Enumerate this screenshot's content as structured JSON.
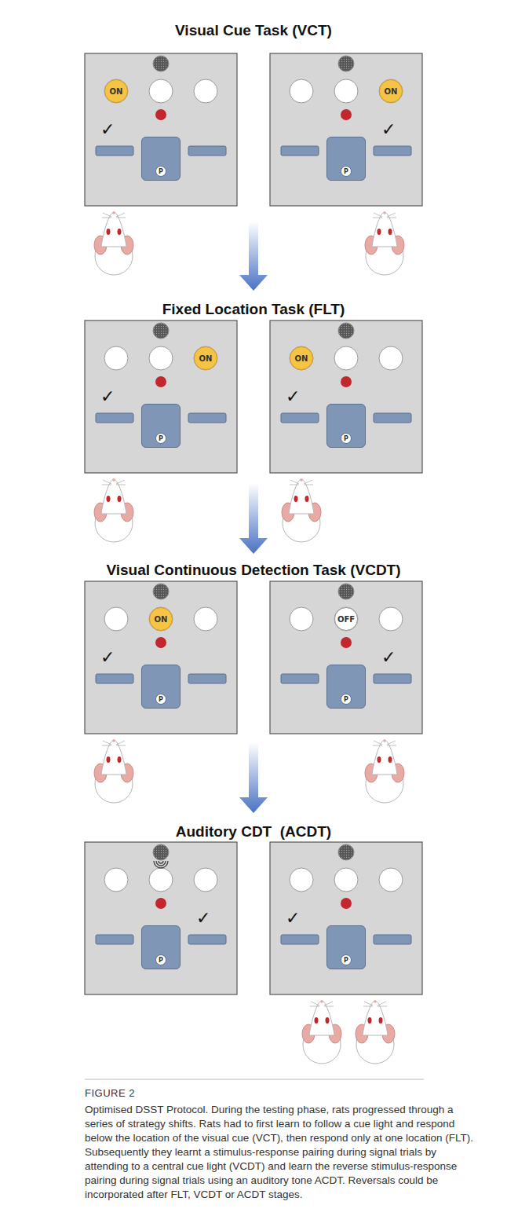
{
  "diagram": {
    "caption": "Optimised DSST Protocol. During the testing phase, rats progressed through a series of strategy shifts. Rats had to first learn to follow a cue light and respond below the location of the visual cue (VCT), then respond only at one location (FLT). Subsequently they learnt a stimulus-response pairing during signal trials by attending to a central cue light (VCDT) and learn the reverse stimulus-response pairing during signal trials using an auditory tone ACDT. Reversals could be incorporated after FLT, VCDT or ACDT stages.",
    "nodes": [
      {
        "text": [
          "ON"
        ]
      },
      {
        "text": [
          "P"
        ]
      },
      {
        "text": [
          "ON"
        ]
      },
      {
        "text": [
          "P"
        ]
      },
      {
        "text": [
          "ON"
        ]
      },
      {
        "text": [
          "P"
        ]
      },
      {
        "text": [
          "ON"
        ]
      },
      {
        "text": [
          "P"
        ]
      },
      {
        "text": [
          "ON"
        ]
      },
      {
        "text": [
          "P"
        ]
      },
      {
        "text": [
          "OFF"
        ]
      },
      {
        "text": [
          "P"
        ]
      },
      {
        "text": [
          "P"
        ]
      },
      {
        "text": [
          "P"
        ]
      }
    ],
    "labels": [
      "Visual Cue Task (VCT)",
      "✓",
      "✓",
      "Fixed Location Task (FLT)",
      "✓",
      "✓",
      "Visual Continuous Detection Task (VCDT)",
      "✓",
      "✓",
      "Auditory CDT  (ACDT)",
      "✓",
      "✓",
      "FIGURE 2"
    ]
  }
}
